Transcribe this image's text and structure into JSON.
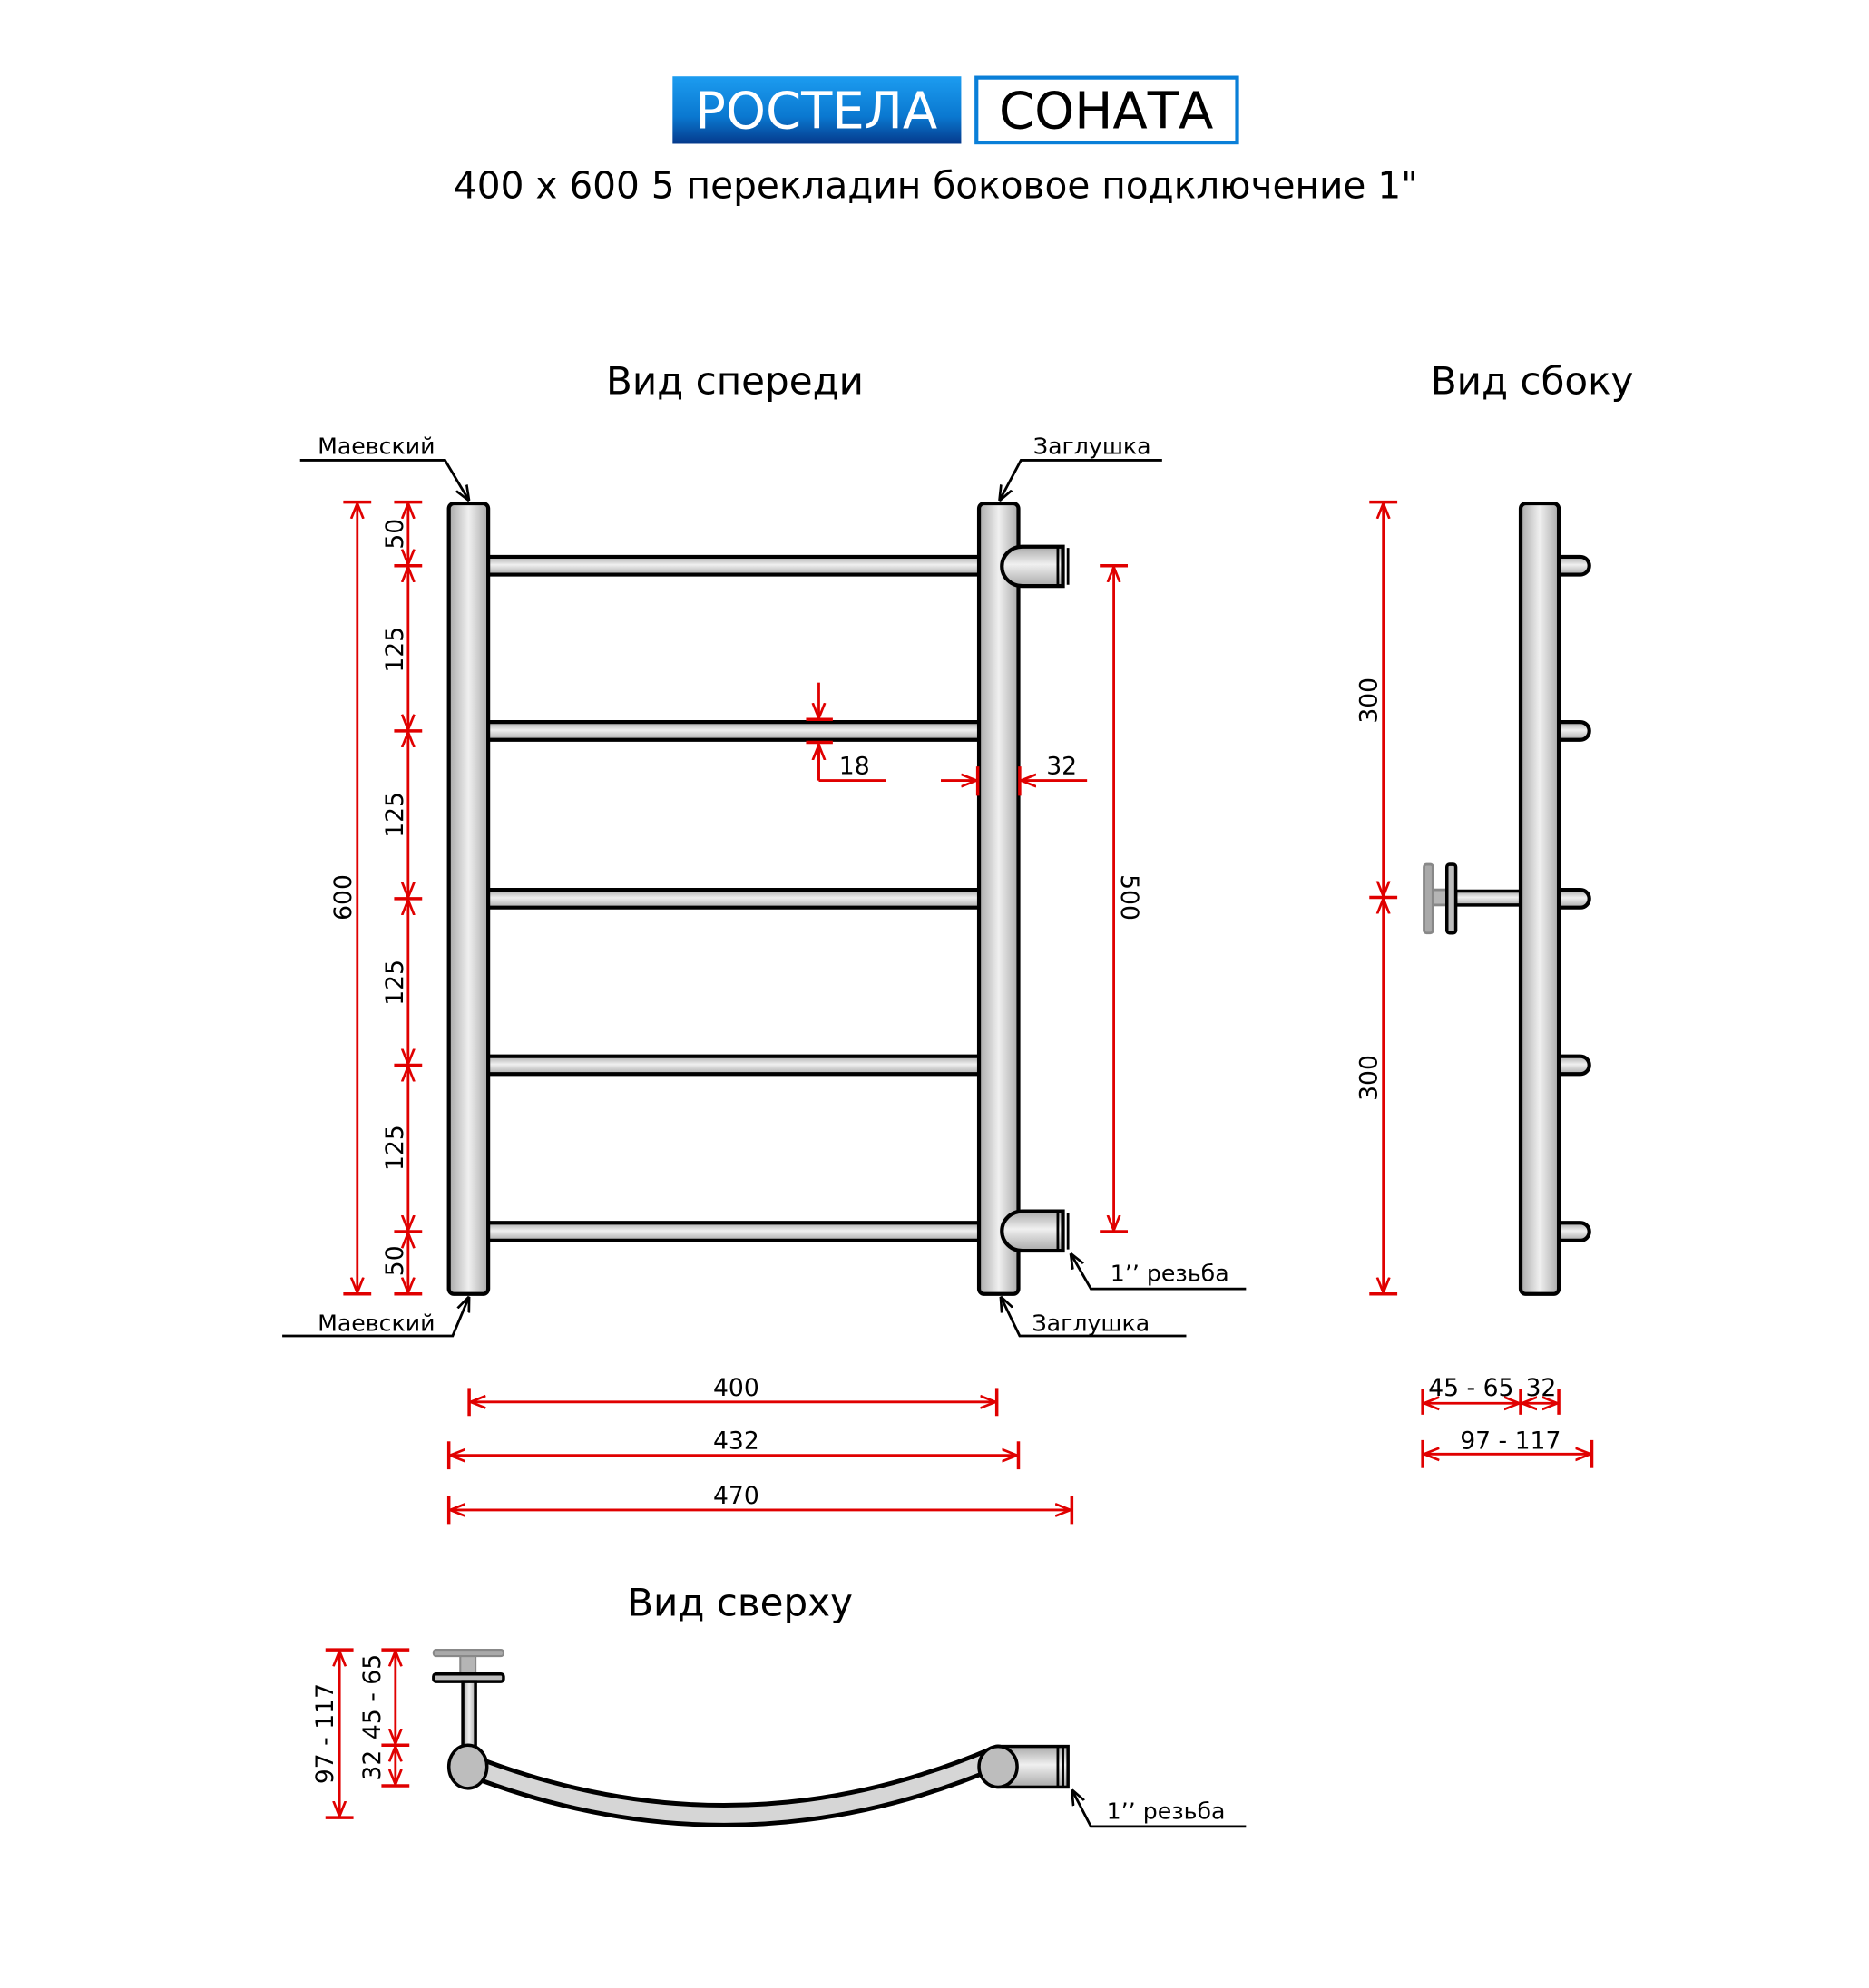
{
  "header": {
    "brand": "РОСТЕЛА",
    "model": "СОНАТА",
    "subtitle": "400 x 600 5 перекладин боковое подключение 1\"",
    "brand_color": "#0a7fd8",
    "model_border_color": "#0a7fd8"
  },
  "front_view": {
    "title": "Вид спереди",
    "labels": {
      "top_left": "Маевский",
      "top_right": "Заглушка",
      "bottom_left": "Маевский",
      "bottom_right": "Заглушка",
      "thread": "1’’ резьба"
    },
    "dims": {
      "total_height": "600",
      "segments": [
        "50",
        "125",
        "125",
        "125",
        "125",
        "50"
      ],
      "connection_distance": "500",
      "rail_diameter": "18",
      "post_diameter": "32",
      "width_axis": "400",
      "width_outer": "432",
      "width_total": "470"
    },
    "rail_count": 5
  },
  "side_view": {
    "title": "Вид сбоку",
    "dims": {
      "upper": "300",
      "lower": "300",
      "wall_distance": "45 - 65",
      "post": "32",
      "total_depth": "97 - 117"
    }
  },
  "top_view": {
    "title": "Вид сверху",
    "dims": {
      "total_depth": "97 - 117",
      "wall_distance": "45 - 65",
      "post": "32"
    },
    "thread": "1’’ резьба"
  },
  "colors": {
    "dimension": "#e00000",
    "tube": "#bdbdbd"
  }
}
